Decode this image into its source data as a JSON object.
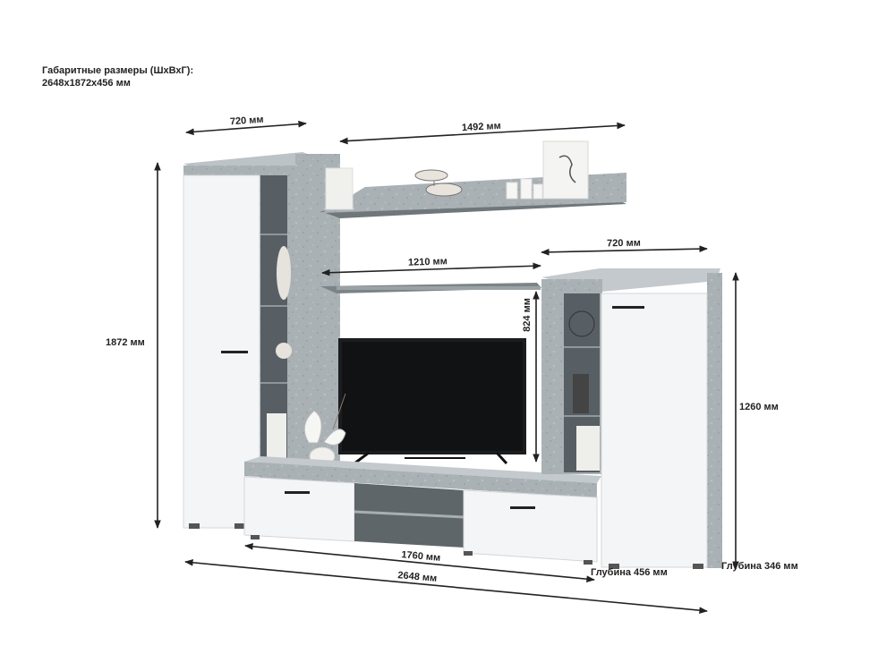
{
  "header": {
    "title": "Габаритные размеры (ШхВхГ):",
    "value": "2648х1872х456 мм"
  },
  "dimensions": {
    "left_cabinet_width": "720 мм",
    "top_shelf_width": "1492 мм",
    "mid_shelf_width": "1210 мм",
    "right_cabinet_width": "720 мм",
    "total_height": "1872 мм",
    "niche_height": "824 мм",
    "right_cabinet_height": "1260 мм",
    "tv_stand_width": "1760 мм",
    "total_width": "2648 мм",
    "depth_left": "Глубина 456 мм",
    "depth_right": "Глубина 346 мм"
  }
}
